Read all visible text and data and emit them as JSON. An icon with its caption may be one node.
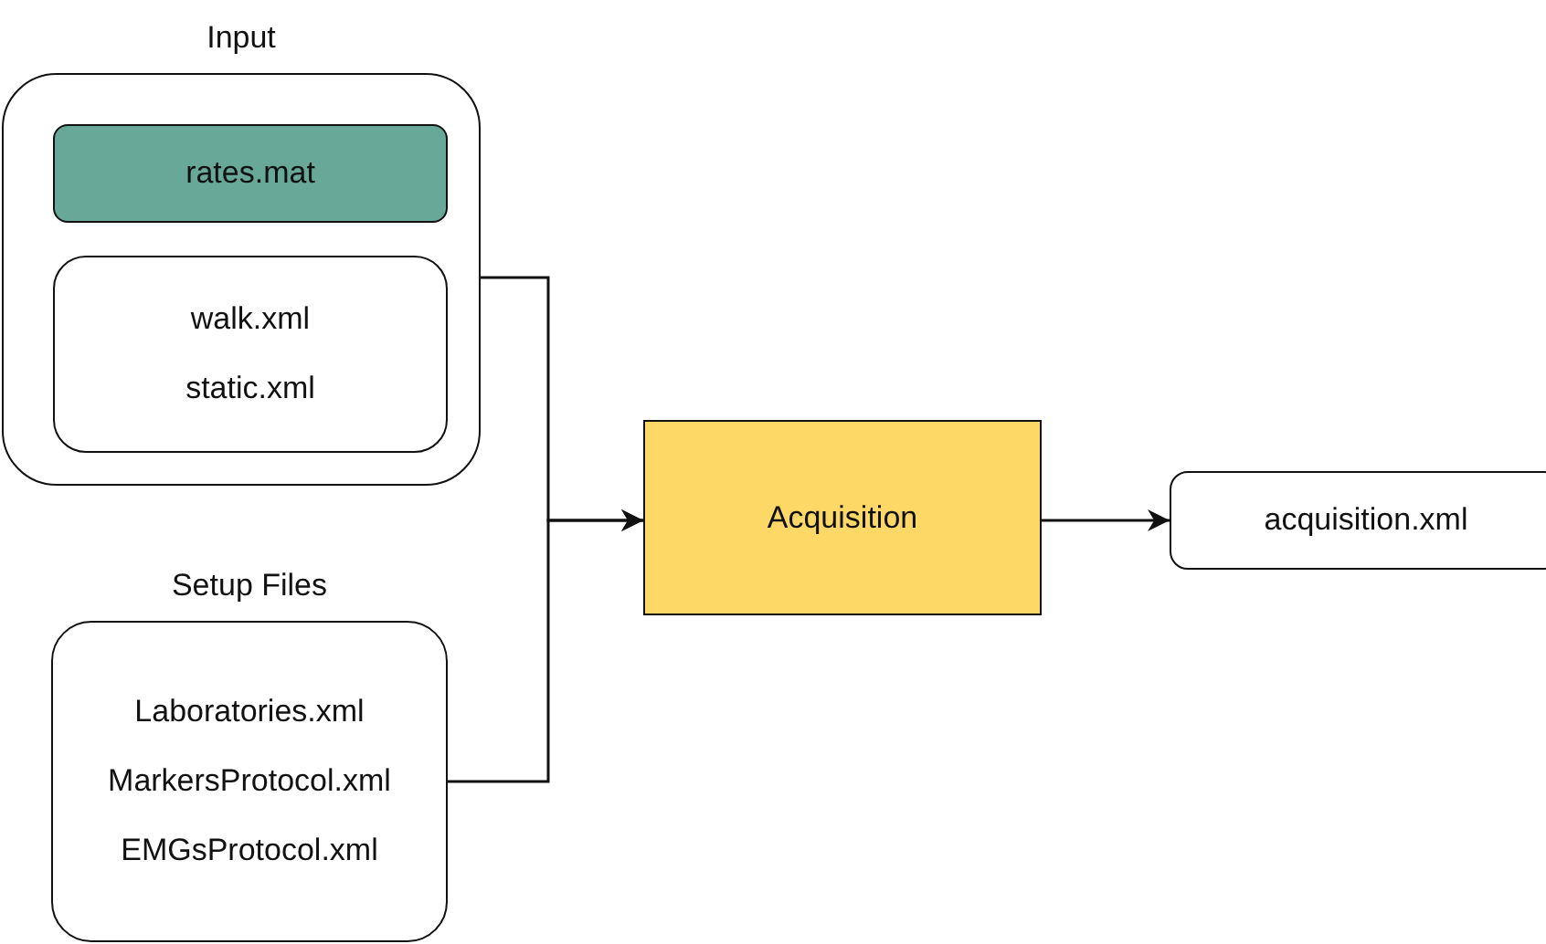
{
  "diagram": {
    "nodes": [
      {
        "text": [
          "Input"
        ]
      },
      {
        "text": [
          "rates.mat"
        ],
        "in": 0
      },
      {
        "text": [
          "walk.xml",
          "static.xml"
        ],
        "in": 0
      },
      {
        "text": [
          "Setup Files",
          "Laboratories.xml",
          "MarkersProtocol.xml",
          "EMGsProtocol.xml"
        ]
      },
      {
        "text": [
          "Acquisition"
        ]
      },
      {
        "text": [
          "acquisition.xml"
        ]
      }
    ],
    "edges": [
      {
        "from": 0,
        "to": 4,
        "arrow": "to"
      },
      {
        "from": 3,
        "to": 4,
        "arrow": "to"
      },
      {
        "from": 4,
        "to": 5,
        "arrow": "to"
      }
    ]
  }
}
